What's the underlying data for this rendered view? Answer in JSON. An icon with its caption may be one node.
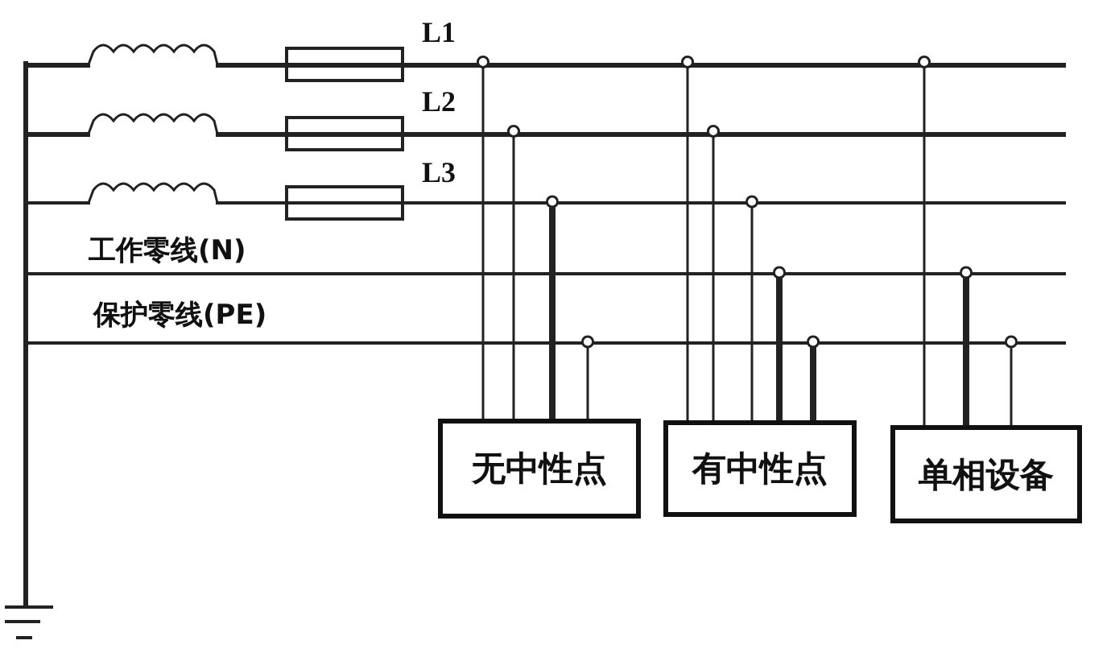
{
  "diagram": {
    "nodes": [
      {
        "text": [],
        "shape": "line",
        "beside": [
          "L1"
        ]
      },
      {
        "text": [],
        "shape": "line",
        "beside": [
          "L2"
        ]
      },
      {
        "text": [],
        "shape": "line",
        "beside": [
          "L3"
        ]
      },
      {
        "text": [],
        "shape": "line",
        "beside": [
          "工作零线(N)"
        ]
      },
      {
        "text": [],
        "shape": "line",
        "beside": [
          "保护零线(PE)"
        ]
      },
      {
        "text": [
          "无中性点"
        ]
      },
      {
        "text": [
          "有中性点"
        ]
      },
      {
        "text": [
          "单相设备"
        ]
      }
    ],
    "edges": [
      {
        "from": 0,
        "to": 5,
        "arrow": "other"
      },
      {
        "from": 1,
        "to": 5,
        "arrow": "other"
      },
      {
        "from": 2,
        "to": 5,
        "arrow": "other",
        "style": "thick"
      },
      {
        "from": 4,
        "to": 5,
        "arrow": "other"
      },
      {
        "from": 0,
        "to": 6,
        "arrow": "other"
      },
      {
        "from": 1,
        "to": 6,
        "arrow": "other"
      },
      {
        "from": 2,
        "to": 6,
        "arrow": "other"
      },
      {
        "from": 3,
        "to": 6,
        "arrow": "other",
        "style": "thick"
      },
      {
        "from": 4,
        "to": 6,
        "arrow": "other",
        "style": "thick"
      },
      {
        "from": 0,
        "to": 7,
        "arrow": "other"
      },
      {
        "from": 3,
        "to": 7,
        "arrow": "other",
        "style": "thick"
      },
      {
        "from": 4,
        "to": 7,
        "arrow": "other"
      }
    ]
  }
}
